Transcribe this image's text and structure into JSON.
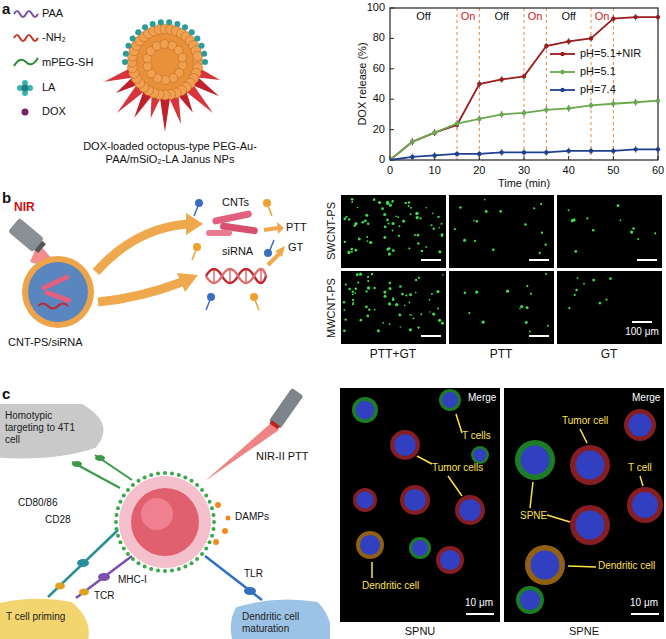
{
  "diagram": {
    "nodes": [
      {
        "text": [
          "Homotypic targeting to 4T1 cell"
        ]
      },
      {
        "text": [
          "T cell priming"
        ]
      },
      {
        "text": [
          "Dendritic cell maturation"
        ]
      }
    ],
    "labels": [
      "a",
      "DOX-loaded octopus-type PEG-Au-PAA/mSiO₂-LA Janus NPs",
      "DOX release (%)",
      "0",
      "20",
      "40",
      "60",
      "80",
      "100",
      "0",
      "10",
      "20",
      "30",
      "40",
      "50",
      "60",
      "Time (min)",
      "Off",
      "On",
      "Off",
      "On",
      "Off",
      "On",
      "b",
      "NIR",
      "CNT-PS/siRNA",
      "CNTs",
      "siRNA",
      "PTT",
      "GT",
      "SWCNT-PS",
      "MWCNT-PS",
      "PTT+GT",
      "PTT",
      "GT",
      "100 μm",
      "c",
      "NIR-II PTT",
      "CD80/86",
      "CD28",
      "DAMPs",
      "MHC-I",
      "TLR",
      "TCR",
      "Merge",
      "Tumor cells",
      "T cells",
      "Dendritic cell",
      "10 μm",
      "SPNU",
      "Merge",
      "Tumor cell",
      "T cell",
      "SPNE",
      "Dendritic cell",
      "10 μm",
      "SPNE"
    ],
    "legend": [
      {
        "text": "PAA"
      },
      {
        "text": "-NH₂"
      },
      {
        "text": "mPEG-SH"
      },
      {
        "text": "LA"
      },
      {
        "text": "DOX"
      },
      {
        "text": "pH=5.1+NIR"
      },
      {
        "text": "pH=5.1"
      },
      {
        "text": "pH=7.4"
      }
    ]
  }
}
